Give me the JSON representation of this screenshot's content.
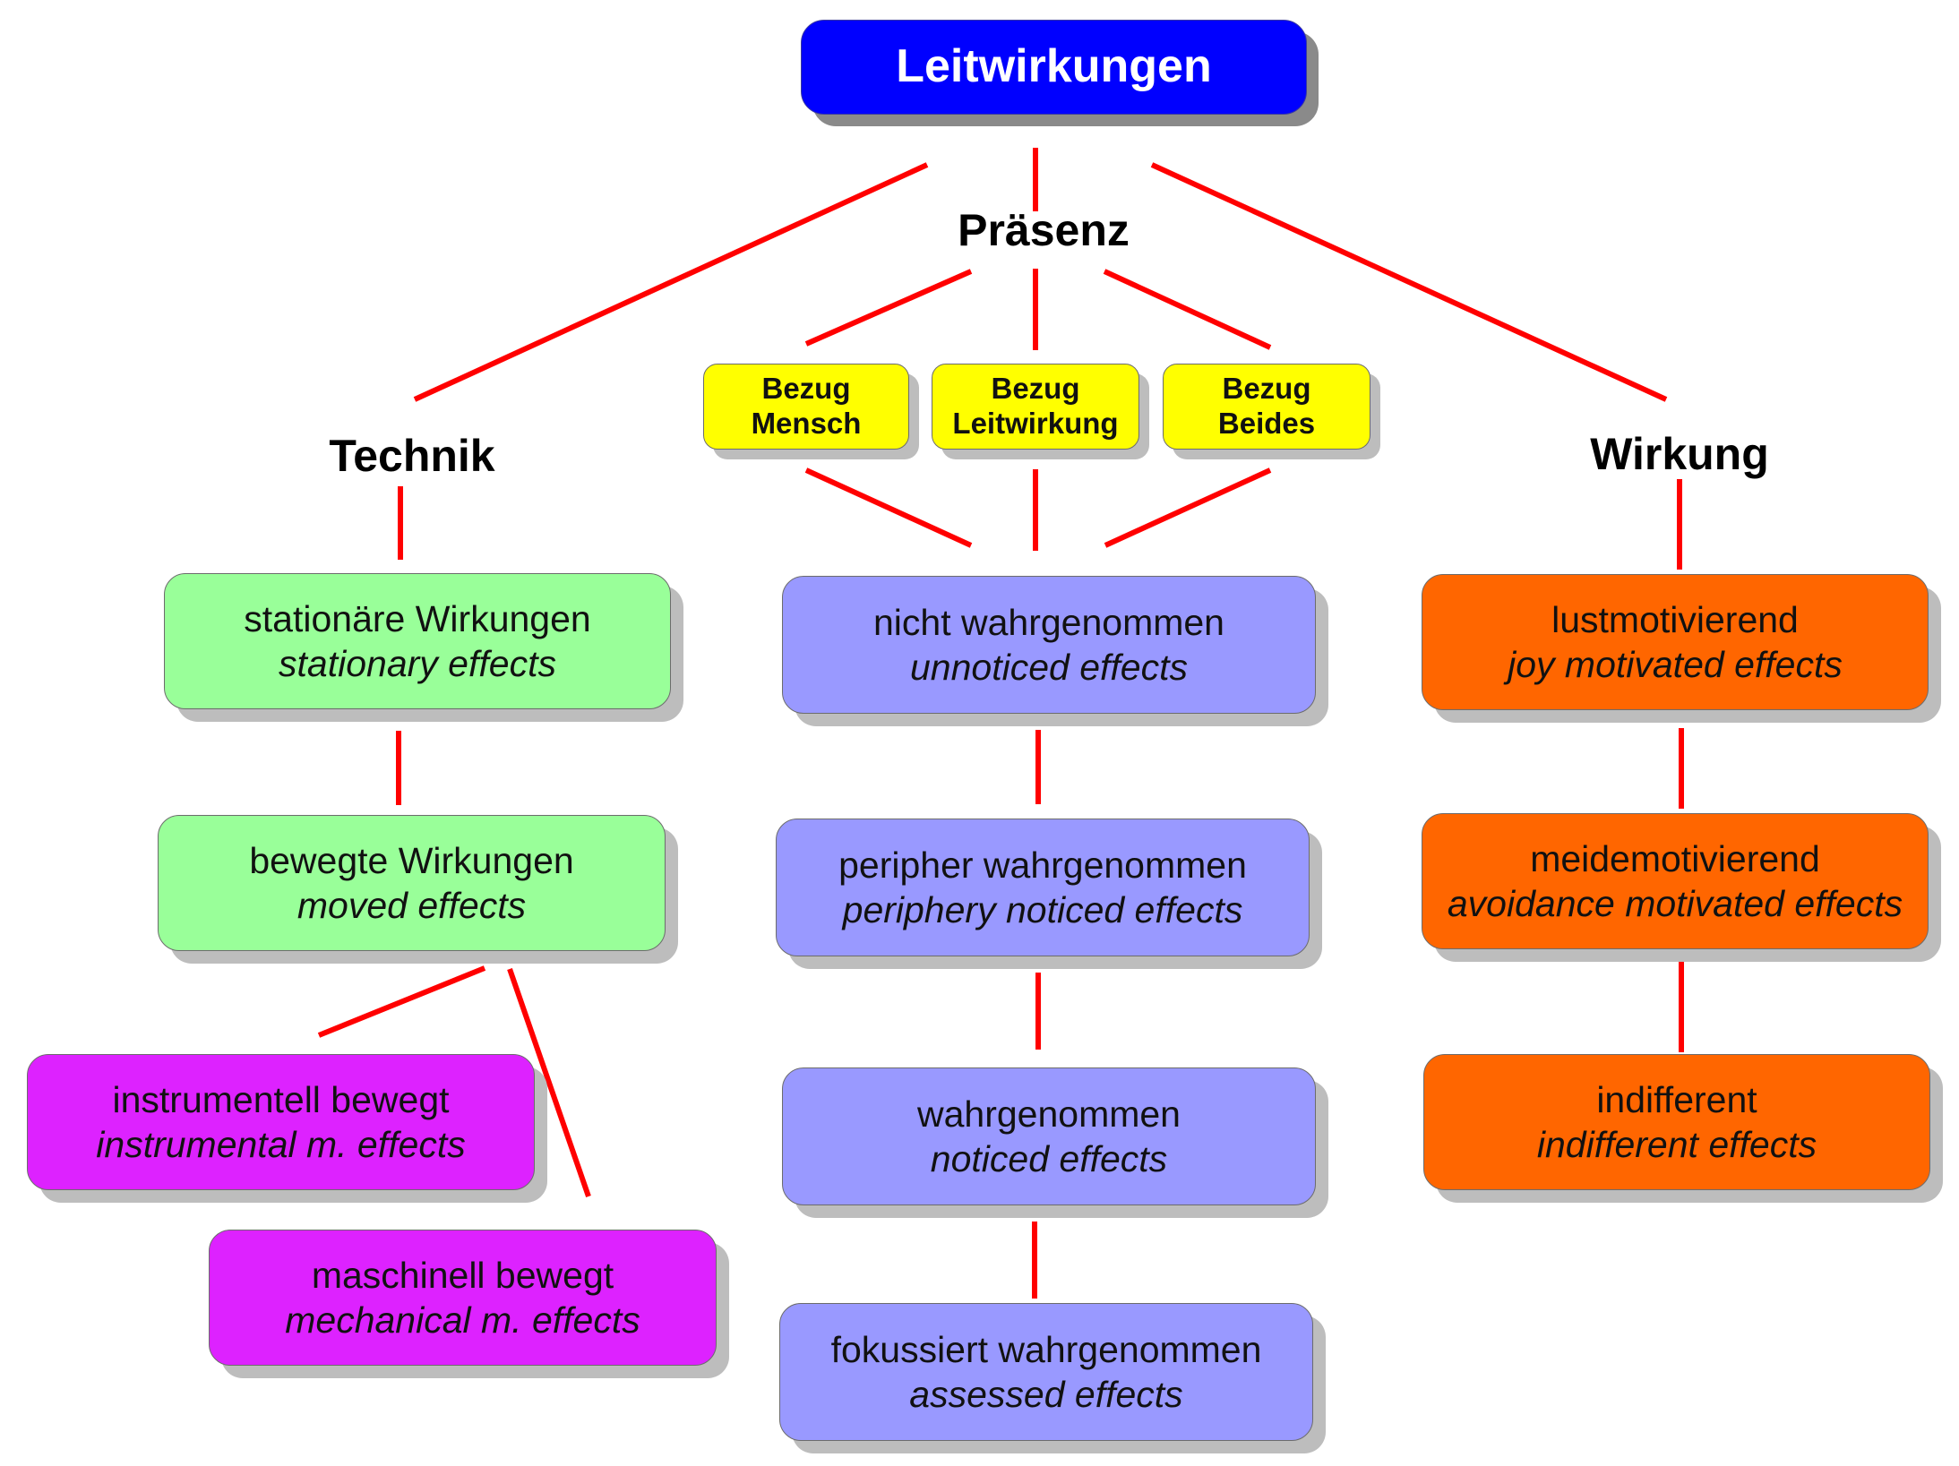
{
  "root": "Leitwirkungen",
  "branches": {
    "technik": "Technik",
    "praesenz": "Präsenz",
    "wirkung": "Wirkung"
  },
  "bezug": [
    {
      "line1": "Bezug",
      "line2": "Mensch"
    },
    {
      "line1": "Bezug",
      "line2": "Leitwirkung"
    },
    {
      "line1": "Bezug",
      "line2": "Beides"
    }
  ],
  "technik_nodes": [
    {
      "de": "stationäre Wirkungen",
      "en": "stationary effects"
    },
    {
      "de": "bewegte Wirkungen",
      "en": "moved effects"
    },
    {
      "de": "instrumentell bewegt",
      "en": "instrumental m. effects"
    },
    {
      "de": "maschinell bewegt",
      "en": "mechanical m. effects"
    }
  ],
  "praesenz_nodes": [
    {
      "de": "nicht wahrgenommen",
      "en": "unnoticed effects"
    },
    {
      "de": "peripher wahrgenommen",
      "en": "periphery noticed effects"
    },
    {
      "de": "wahrgenommen",
      "en": "noticed effects"
    },
    {
      "de": "fokussiert wahrgenommen",
      "en": "assessed effects"
    }
  ],
  "wirkung_nodes": [
    {
      "de": "lustmotivierend",
      "en": "joy motivated effects"
    },
    {
      "de": "meidemotivierend",
      "en": "avoidance motivated effects"
    },
    {
      "de": "indifferent",
      "en": "indifferent effects"
    }
  ],
  "colors": {
    "root": "#0000ff",
    "bezug": "#ffff00",
    "technik": "#99ff99",
    "technik_sub": "#dd22ff",
    "praesenz": "#9999ff",
    "wirkung": "#ff6600",
    "connector": "#ff0000"
  }
}
